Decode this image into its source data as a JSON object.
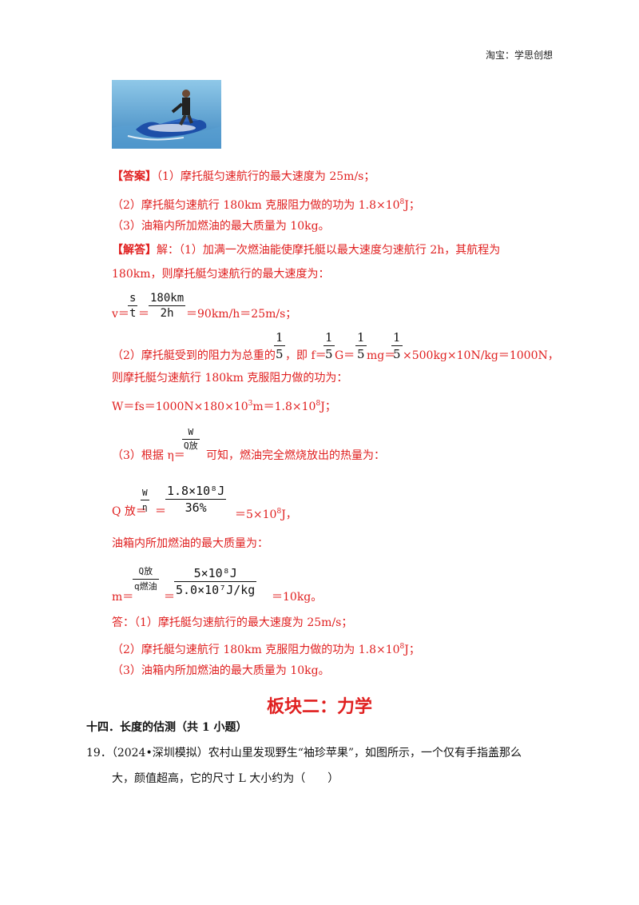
{
  "header": {
    "shop": "淘宝：学思创想"
  },
  "answer": {
    "label": "【答案】",
    "line1": "（1）摩托艇匀速航行的最大速度为 25m/s；",
    "line2_pre": "（2）摩托艇匀速航行 180km 克服阻力做的功为 1.8×10",
    "line2_exp": "8",
    "line2_post": "J；",
    "line3": "（3）油箱内所加燃油的最大质量为 10kg。"
  },
  "solution": {
    "label": "【解答】",
    "intro1": "解：（1）加满一次燃油能使摩托艇以最大速度匀速航行 2h，其航程为",
    "intro2": "180km，则摩托艇匀速航行的最大速度为：",
    "v_lhs": "v＝",
    "v_frac1_num": "s",
    "v_frac1_den": "t",
    "v_eq": "＝",
    "v_frac2_num": "180km",
    "v_frac2_den": "2h",
    "v_result": "＝90km/h＝25m/s；",
    "p2_pre": "（2）摩托艇受到的阻力为总重的",
    "one": "1",
    "five": "5",
    "p2_mid1": "，即 f＝",
    "p2_G": "G＝",
    "p2_mg": "mg＝",
    "p2_result": "×500kg×10N/kg＝1000N，",
    "p2_line2": "则摩托艇匀速航行 180km 克服阻力做的功为：",
    "w_pre": "W＝fs＝1000N×180×10",
    "w_exp1": "3",
    "w_mid": "m＝1.8×10",
    "w_exp2": "8",
    "w_post": "J；",
    "p3_pre": "（3）根据 η＝",
    "eta_num": "W",
    "eta_den": "Q放",
    "p3_post": "可知，燃油完全燃烧放出的热量为：",
    "q_lhs": "Q 放＝",
    "q_frac1_num": "W",
    "q_frac1_den": "η",
    "q_eq": "＝",
    "q_frac2_num": "1.8×10⁸J",
    "q_frac2_den": "36%",
    "q_result_pre": "＝5×10",
    "q_result_exp": "8",
    "q_result_post": "J，",
    "mass_line": "油箱内所加燃油的最大质量为：",
    "m_lhs": "m＝",
    "m_frac1_num": "Q放",
    "m_frac1_den": "q燃油",
    "m_eq": "＝",
    "m_frac2_num": "5×10⁸J",
    "m_frac2_den": "5.0×10⁷J/kg",
    "m_result": "＝10kg。",
    "ans_label": "答：",
    "ans1": "（1）摩托艇匀速航行的最大速度为 25m/s；",
    "ans2_pre": "（2）摩托艇匀速航行 180km 克服阻力做的功为 1.8×10",
    "ans2_exp": "8",
    "ans2_post": "J；",
    "ans3": "（3）油箱内所加燃油的最大质量为 10kg。"
  },
  "section": {
    "title": "板块二：力学",
    "subsection": "十四．长度的估测（共 1 小题）",
    "q_number": "19．",
    "q_line1": "（2024•深圳模拟）农村山里发现野生“袖珍苹果”，如图所示，一个仅有手指盖那么",
    "q_line2": "大，颜值超高，它的尺寸 L 大小约为（　　）"
  },
  "colors": {
    "answer_red": "#e02020",
    "text": "#111111"
  },
  "image": {
    "icon": "jet-ski-photo"
  }
}
